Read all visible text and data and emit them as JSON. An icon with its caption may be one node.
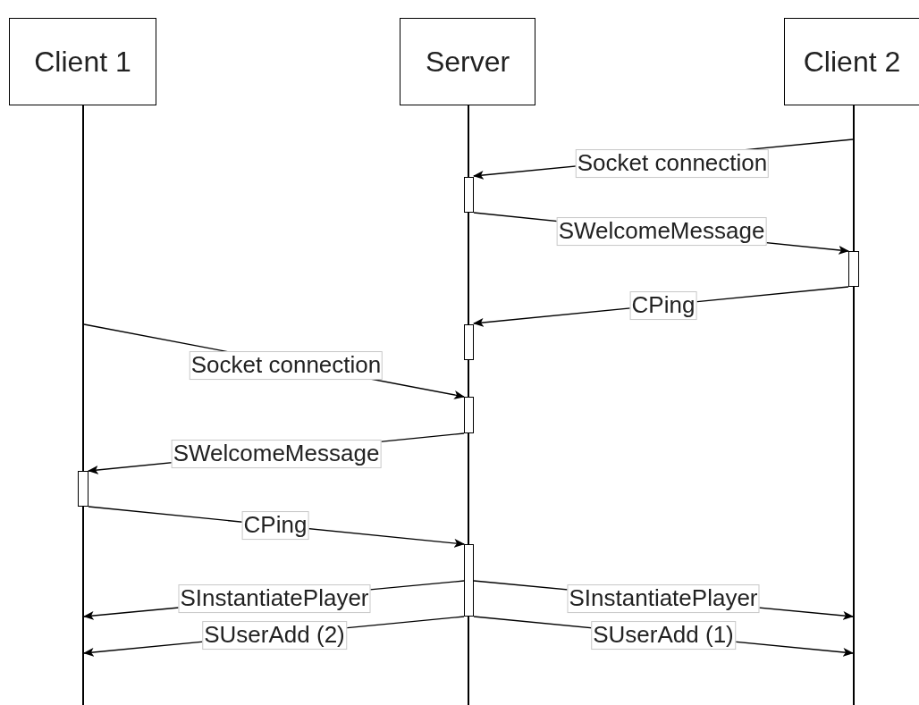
{
  "diagram": {
    "nodes": [
      {
        "text": [
          "Client 1"
        ]
      },
      {
        "text": [
          "Server"
        ]
      },
      {
        "text": [
          "Client 2"
        ]
      },
      {
        "text": [],
        "shape": "line"
      },
      {
        "text": [],
        "shape": "line"
      },
      {
        "text": [],
        "shape": "line"
      },
      {
        "text": [],
        "shape": "bar"
      },
      {
        "text": [],
        "shape": "bar"
      },
      {
        "text": [],
        "shape": "bar"
      },
      {
        "text": [],
        "shape": "bar"
      },
      {
        "text": [],
        "shape": "bar"
      },
      {
        "text": [],
        "shape": "bar"
      }
    ],
    "edges": [
      {
        "from": 5,
        "to": 6,
        "arrow": "to",
        "label": "Socket connection"
      },
      {
        "from": 6,
        "to": 7,
        "arrow": "to",
        "label": "SWelcomeMessage"
      },
      {
        "from": 7,
        "to": 8,
        "arrow": "to",
        "label": "CPing"
      },
      {
        "from": 3,
        "to": 9,
        "arrow": "to",
        "label": "Socket connection"
      },
      {
        "from": 9,
        "to": 10,
        "arrow": "to",
        "label": "SWelcomeMessage"
      },
      {
        "from": 10,
        "to": 11,
        "arrow": "to",
        "label": "CPing"
      },
      {
        "from": 11,
        "to": 3,
        "arrow": "to",
        "label": "SInstantiatePlayer"
      },
      {
        "from": 11,
        "to": 5,
        "arrow": "to",
        "label": "SInstantiatePlayer"
      },
      {
        "from": 11,
        "to": 3,
        "arrow": "to",
        "label": "SUserAdd (2)"
      },
      {
        "from": 11,
        "to": 5,
        "arrow": "to",
        "label": "SUserAdd (1)"
      }
    ]
  }
}
